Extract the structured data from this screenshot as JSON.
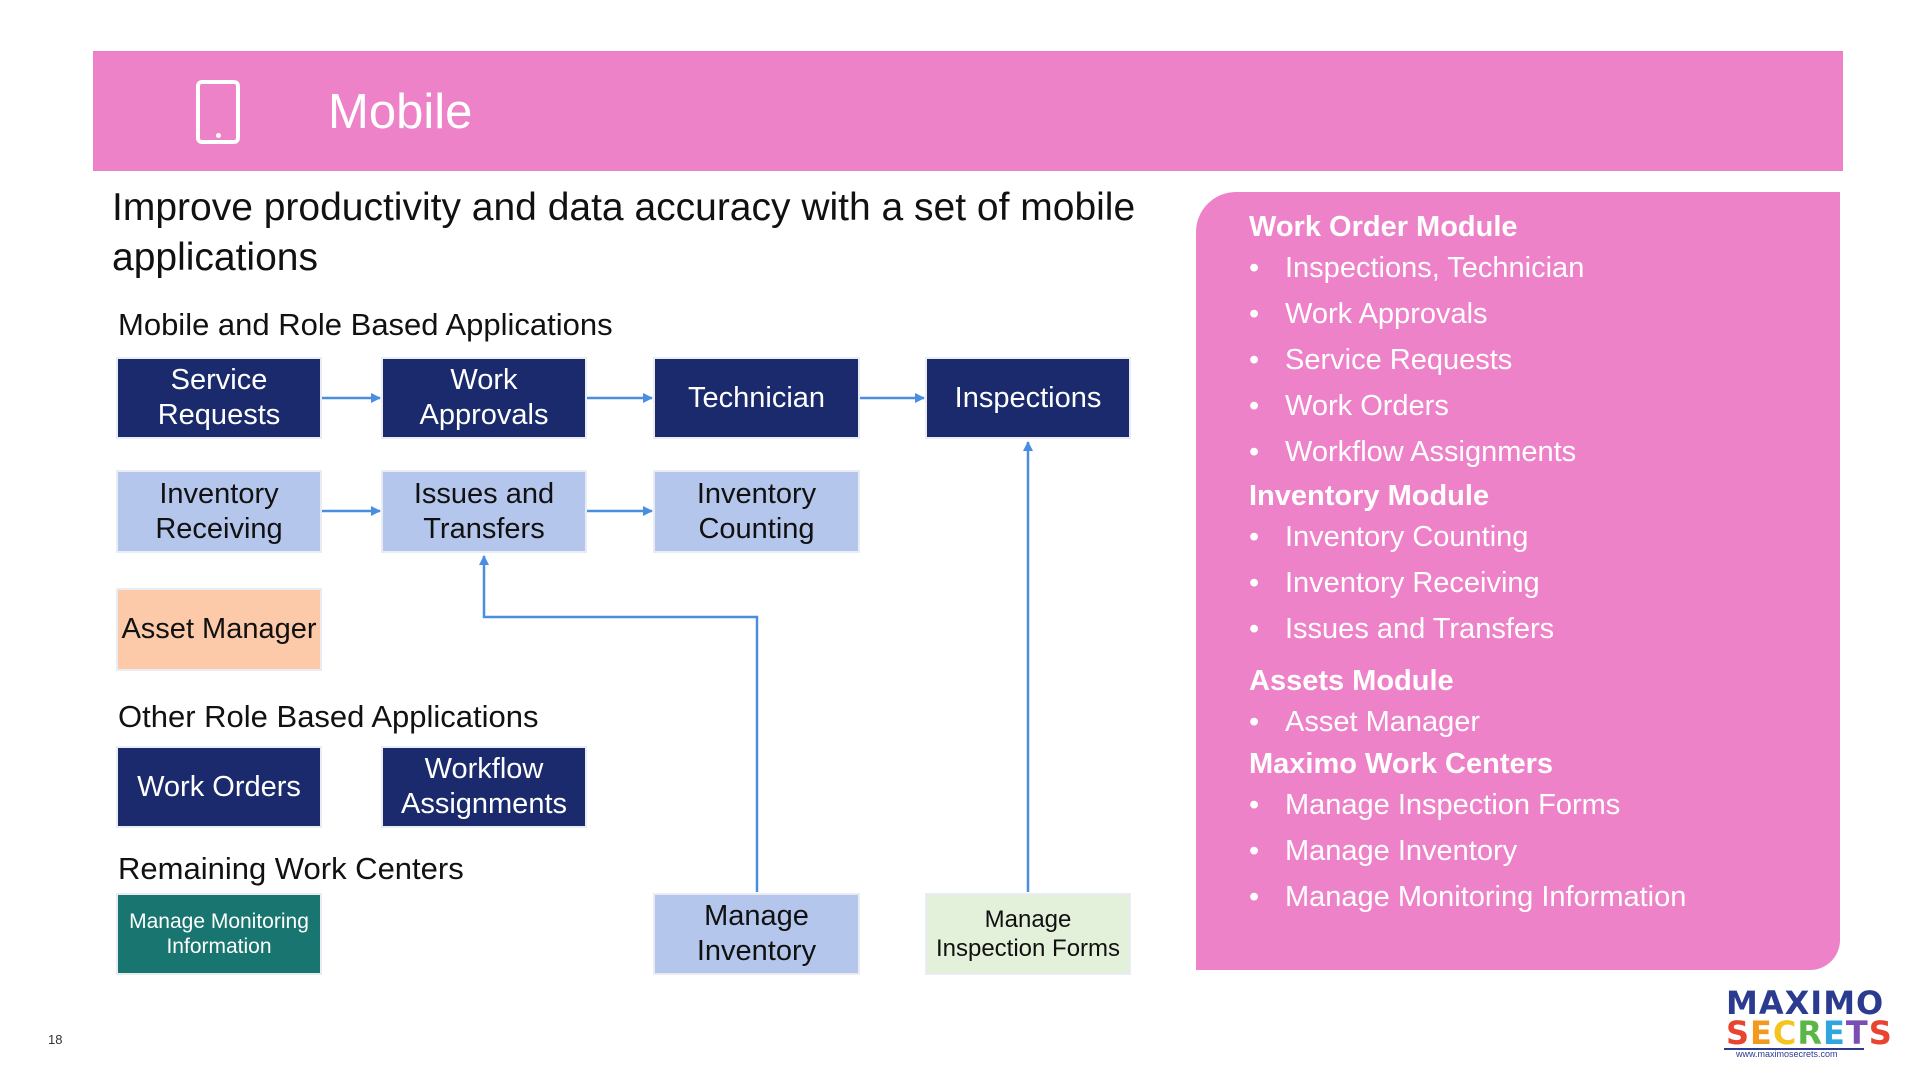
{
  "banner": {
    "title": "Mobile",
    "icon": "mobile-phone-icon"
  },
  "subtitle": "Improve productivity and data accuracy with a set of mobile applications",
  "sections": {
    "mobile_role": "Mobile and Role Based Applications",
    "other_role": "Other Role Based Applications",
    "remaining": "Remaining Work Centers"
  },
  "boxes": {
    "service_requests": "Service Requests",
    "work_approvals": "Work Approvals",
    "technician": "Technician",
    "inspections": "Inspections",
    "inventory_receiving": "Inventory Receiving",
    "issues_transfers": "Issues and Transfers",
    "inventory_counting": "Inventory Counting",
    "asset_manager": "Asset Manager",
    "work_orders": "Work Orders",
    "workflow_assignments": "Workflow Assignments",
    "manage_monitoring": "Manage Monitoring Information",
    "manage_inventory": "Manage Inventory",
    "manage_inspection_forms": "Manage Inspection Forms"
  },
  "colors": {
    "banner": "#ee82c9",
    "dark_box": "#1a2a6c",
    "light_box": "#b4c6ec",
    "peach_box": "#fdcaa9",
    "teal_box": "#19756f",
    "green_box": "#e3f0da",
    "arrow": "#4a8ee0"
  },
  "panel": {
    "modules": [
      {
        "title": "Work Order Module",
        "items": [
          "Inspections, Technician",
          "Work Approvals",
          "Service Requests",
          "Work Orders",
          "Workflow Assignments"
        ]
      },
      {
        "title": "Inventory Module",
        "items": [
          "Inventory Counting",
          "Inventory Receiving",
          "Issues and Transfers"
        ]
      },
      {
        "title": "Assets Module",
        "items": [
          "Asset Manager"
        ]
      },
      {
        "title": "Maximo Work Centers",
        "items": [
          "Manage Inspection Forms",
          "Manage Inventory",
          "Manage Monitoring Information"
        ]
      }
    ],
    "bullet": "•"
  },
  "page_number": "18",
  "logo": {
    "line1": "MAXIMO",
    "line2": "SECRETS",
    "url": "www.maximosecrets.com"
  }
}
